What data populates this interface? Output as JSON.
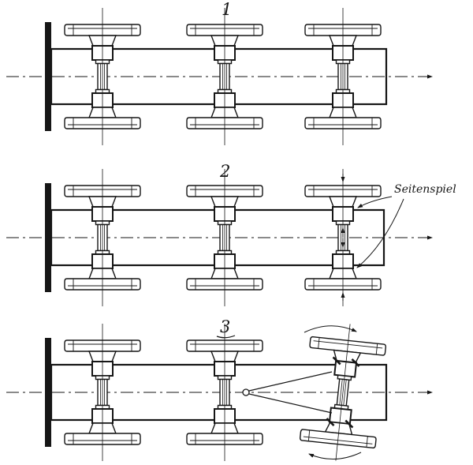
{
  "figure": {
    "diagrams": [
      {
        "label": "1"
      },
      {
        "label": "2"
      },
      {
        "label": "3"
      }
    ],
    "annotations": {
      "seitenspiel": "Seitenspiel"
    }
  },
  "colors": {
    "ink": "#161616",
    "paper": "#ffffff"
  }
}
